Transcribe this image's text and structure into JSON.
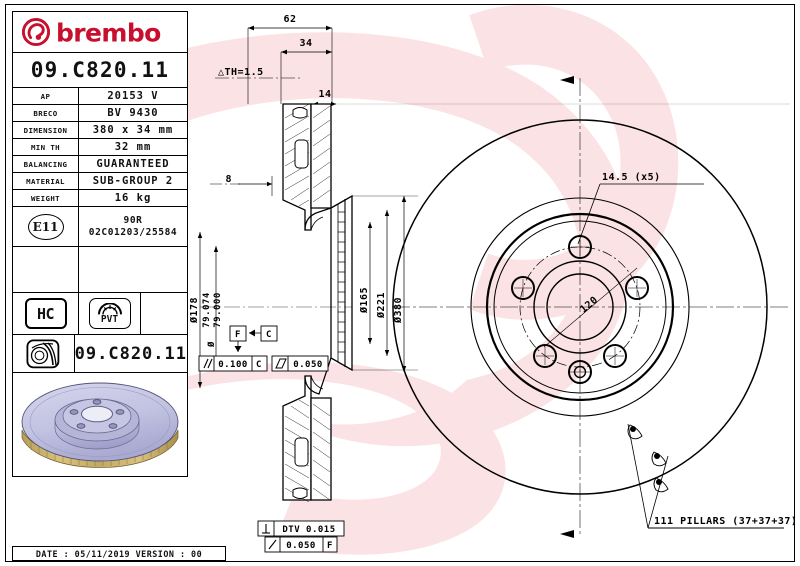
{
  "brand": {
    "name": "brembo",
    "logo_color": "#c8102e",
    "logo_icon": "brembo-circle-mark"
  },
  "part_number": "09.C820.11",
  "spec_table": {
    "rows": [
      {
        "label": "AP",
        "value": "20153 V"
      },
      {
        "label": "BRECO",
        "value": "BV 9430"
      },
      {
        "label": "DIMENSION",
        "value": "380 x 34 mm"
      },
      {
        "label": "MIN TH",
        "value": "32 mm"
      },
      {
        "label": "BALANCING",
        "value": "GUARANTEED"
      },
      {
        "label": "MATERIAL",
        "value": "SUB-GROUP 2"
      },
      {
        "label": "WEIGHT",
        "value": "16 kg"
      }
    ],
    "homologation": {
      "badge": "E11",
      "line1": "90R",
      "line2": "02C01203/25584"
    },
    "badges": {
      "hc": "HC",
      "pvt": "PVT"
    }
  },
  "footer": {
    "text": "DATE : 05/11/2019 VERSION : 00"
  },
  "drawing": {
    "section_dims": {
      "overall_width": "62",
      "hat_width": "34",
      "offset_14": "14",
      "offset_8": "8",
      "thickness_variation": "△TH=1.5"
    },
    "diameters": {
      "hub_bore": "Ø178",
      "bore_tol_upper": "79.074",
      "bore_tol_lower": "79.000",
      "bore_label": "Ø79.074\n79.000",
      "inner_friction": "Ø165",
      "mid": "Ø221",
      "outer": "Ø380"
    },
    "datums": {
      "f": "F",
      "c": "C"
    },
    "tolerance_frames": [
      {
        "symbol": "⫽",
        "value": "0.100",
        "datum": "C"
      },
      {
        "symbol": "▱",
        "value": "0.050",
        "datum": ""
      },
      {
        "symbol": "⟂",
        "value": "DTV 0.015",
        "datum": ""
      },
      {
        "symbol": "╱",
        "value": "0.050",
        "datum": "F"
      }
    ],
    "face_view": {
      "bolt_hole_callout": "14.5 (x5)",
      "bolt_circle": "120",
      "pillars_note": "111 PILLARS (37+37+37)"
    }
  }
}
